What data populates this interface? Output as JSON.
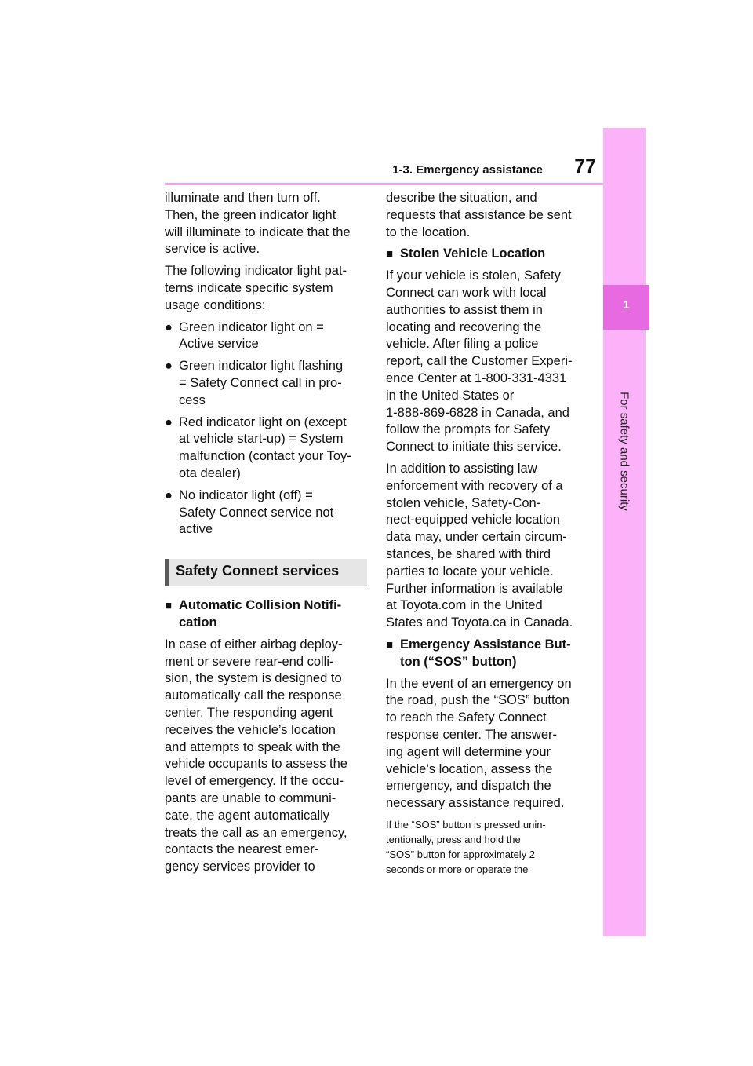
{
  "header": {
    "section_title": "1-3. Emergency assistance",
    "page_number": "77"
  },
  "side_tab": {
    "chapter_number": "1",
    "chapter_label": "For safety and security"
  },
  "left_column": {
    "para1": "illuminate and then turn off.\nThen, the green indicator light\nwill illuminate to indicate that the\nservice is active.",
    "para2": "The following indicator light pat-\nterns indicate specific system\nusage conditions:",
    "bullets": [
      "Green indicator light on =\nActive service",
      "Green indicator light flashing\n= Safety Connect call in pro-\ncess",
      "Red indicator light on (except\nat vehicle start-up) = System\nmalfunction (contact your Toy-\nota dealer)",
      "No indicator light (off) =\nSafety Connect service not\nactive"
    ],
    "section_heading": "Safety Connect services",
    "sub1_heading": "Automatic Collision Notifi-\ncation",
    "sub1_body": "In case of either airbag deploy-\nment or severe rear-end colli-\nsion, the system is designed to\nautomatically call the response\ncenter. The responding agent\nreceives the vehicle’s location\nand attempts to speak with the\nvehicle occupants to assess the\nlevel of emergency. If the occu-\npants are unable to communi-\ncate, the agent automatically\ntreats the call as an emergency,\ncontacts the nearest emer-\ngency services provider to"
  },
  "right_column": {
    "para1": "describe the situation, and\nrequests that assistance be sent\nto the location.",
    "sub2_heading": "Stolen Vehicle Location",
    "sub2_body1": "If your vehicle is stolen, Safety\nConnect can work with local\nauthorities to assist them in\nlocating and recovering the\nvehicle. After filing a police\nreport, call the Customer Experi-\nence Center at 1-800-331-4331\nin the United States or\n1-888-869-6828 in Canada, and\nfollow the prompts for Safety\nConnect to initiate this service.",
    "sub2_body2": "In addition to assisting law\nenforcement with recovery of a\nstolen vehicle, Safety-Con-\nnect-equipped vehicle location\ndata may, under certain circum-\nstances, be shared with third\nparties to locate your vehicle.\nFurther information is available\nat Toyota.com in the United\nStates and Toyota.ca in Canada.",
    "sub3_heading": "Emergency Assistance But-\nton (“SOS” button)",
    "sub3_body": "In the event of an emergency on\nthe road, push the “SOS” button\nto reach the Safety Connect\nresponse center. The answer-\ning agent will determine your\nvehicle’s location, assess the\nemergency, and dispatch the\nnecessary assistance required.",
    "note": "If the “SOS” button is pressed unin-\ntentionally, press and hold the\n“SOS” button for approximately 2\nseconds or more or operate the"
  },
  "glyphs": {
    "bullet": "●",
    "subhead": "■"
  }
}
